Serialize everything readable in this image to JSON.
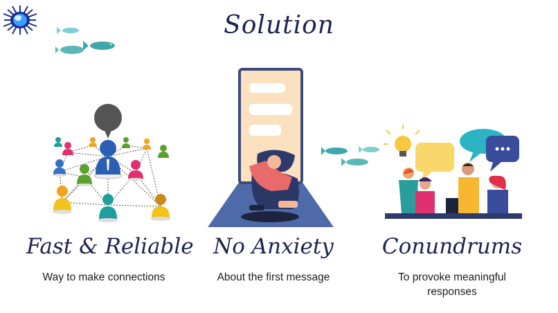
{
  "slide": {
    "title": "Solution"
  },
  "columns": [
    {
      "title": "Fast & Reliable",
      "subtitle": "Way to make connections",
      "illustration": "network-of-people"
    },
    {
      "title": "No Anxiety",
      "subtitle": "About the first message",
      "illustration": "person-with-phone-chat"
    },
    {
      "title": "Conundrums",
      "subtitle": "To provoke meaningful responses",
      "illustration": "team-brainstorm"
    }
  ],
  "decor": {
    "logo": "sun-burst-logo",
    "fish_color_a": "#5cc3c5",
    "fish_color_b": "#3fa8aa",
    "navy": "#1c2350"
  }
}
